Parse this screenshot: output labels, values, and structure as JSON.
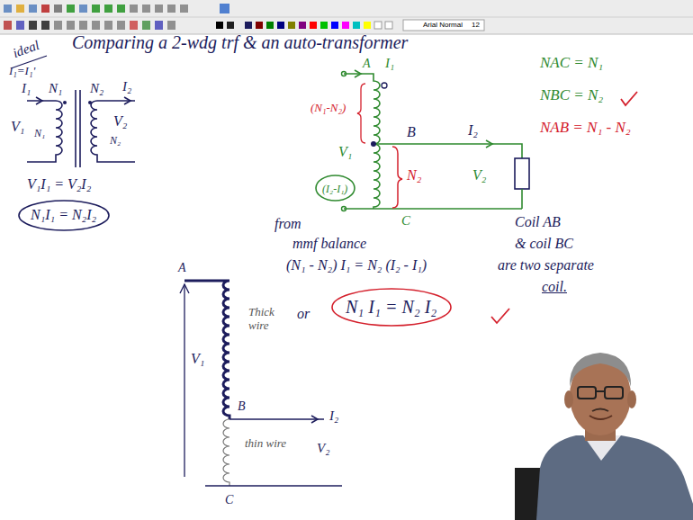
{
  "diagram": {
    "title": "Comparing a 2-wdg trf & an auto-transformer",
    "nodes": [
      {
        "text": [
          "(I₂-I₁)"
        ]
      },
      {
        "text": [
          "N₁I₁ = N₂I₂"
        ]
      },
      {
        "text": [
          "N₁ I₁ = N₂ I₂"
        ]
      }
    ],
    "labels": [
      "Arial Normal",
      "12",
      "ideal",
      "I₁=I₁'",
      "I₁",
      "N₁",
      "N₂",
      "I₂",
      "V₁",
      "N₁",
      "V₂",
      "N₂",
      "V₁I₁ = V₂I₂",
      "A",
      "I₁",
      "(N₁-N₂)",
      "B",
      "I₂",
      "V₁",
      "N₂",
      "V₂",
      "C",
      "NAC = N₁",
      "NBC = N₂",
      "NAB = N₁ - N₂",
      "from",
      "Coil AB",
      "mmf balance",
      "& coil BC",
      "(N₁ - N₂) I₁ = N₂ (I₂ - I₁)",
      "are two separate",
      "coil.",
      "or",
      "A",
      "Thick wire",
      "V₁",
      "B",
      "I₂",
      "thin wire",
      "V₂",
      "C"
    ]
  }
}
